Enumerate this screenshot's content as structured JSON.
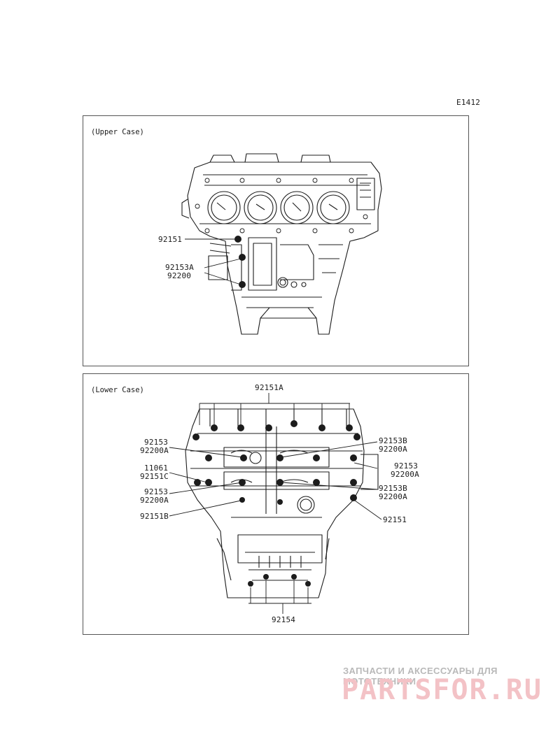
{
  "diagram_id": "E1412",
  "upper": {
    "title": "(Upper Case)",
    "labels": [
      "92151",
      "92153A",
      "92200"
    ]
  },
  "lower": {
    "title": "(Lower Case)",
    "labels": {
      "top": "92151A",
      "l1a": "92153",
      "l1b": "92200A",
      "l2a": "11061",
      "l2b": "92151C",
      "l3a": "92153",
      "l3b": "92200A",
      "l4": "92151B",
      "r1a": "92153B",
      "r1b": "92200A",
      "r2a": "92153",
      "r2b": "92200A",
      "r3a": "92153B",
      "r3b": "92200A",
      "r4": "92151",
      "bottom": "92154"
    }
  },
  "watermark": {
    "line1": "ЗАПЧАСТИ И АКСЕССУАРЫ ДЛЯ МОТОТЕХНИКИ",
    "line2": "PARTSFOR.RU"
  }
}
